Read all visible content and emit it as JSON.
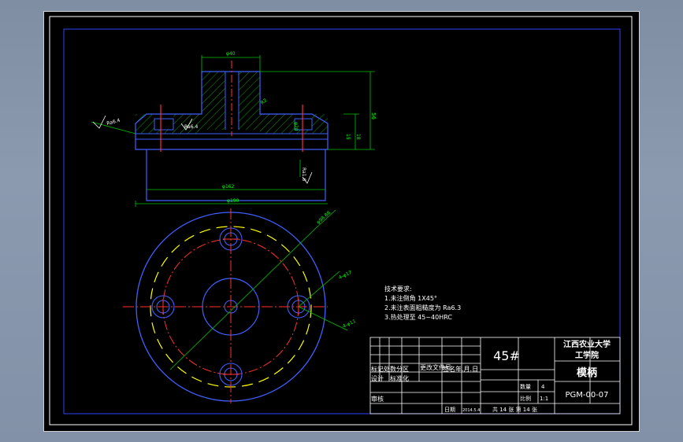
{
  "colors": {
    "background": "#000000",
    "outline": "#0000ff",
    "dimension": "#00ff00",
    "hatch": "#00c000",
    "center": "#ff0000",
    "thread": "#ffff00",
    "part": "#ffffff"
  },
  "dimensions": {
    "top_width": "φ40",
    "height_total": "56",
    "height_flange": "18",
    "slot_chamfer": "R2",
    "bolt_seat": "φ20",
    "bore_inner": "φ162",
    "outer_diameter": "φ190",
    "roughness_left": "Ra6.4",
    "roughness_mid": "Ra6.4",
    "roughness_right": "Ra1.6",
    "bolt_circle": "φ98.88",
    "hole_spec_a": "4-φ17",
    "hole_spec_b": "4-φ11",
    "flange_thickness": "15"
  },
  "notes": {
    "heading": "技术要求:",
    "line1": "1.未注倒角 1X45°",
    "line2": "2.未注表面粗糙度为 Ra6.3",
    "line3": "3.热处理至 45~40HRC"
  },
  "title_block": {
    "material": "45#",
    "school_line1": "江西农业大学",
    "school_line2": "工学院",
    "part_name": "模柄",
    "drawing_no": "PGM-00-07",
    "qty_label": "数量",
    "qty_value": "4",
    "scale_label": "比例",
    "scale_value": "1:1",
    "sheets": "共 14 张 第 14 张",
    "row_labels": "标记处数分区",
    "change_doc": "更改文件号",
    "sign_date": "签名年.月.日",
    "design": "设计",
    "std": "标准化",
    "review": "审核",
    "date_label": "日期",
    "date_value": "2014.5.4"
  }
}
